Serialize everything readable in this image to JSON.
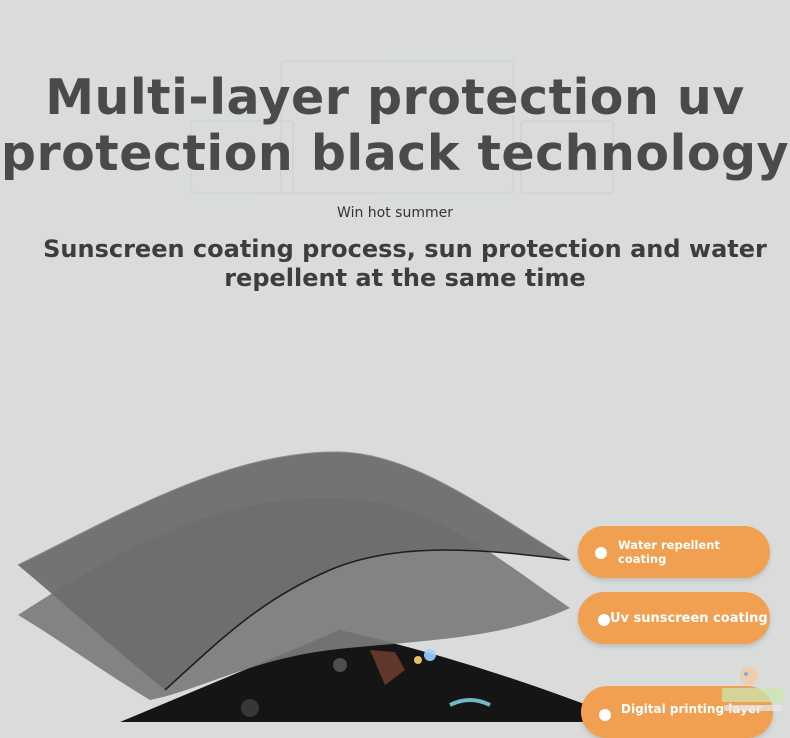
{
  "headline": {
    "line1": "Multi-layer protection uv",
    "line2": "protection black technology"
  },
  "tagline": "Win hot summer",
  "subheading": {
    "line1": "Sunscreen coating process, sun protection and water",
    "line2": "repellent at the same time"
  },
  "layers": [
    {
      "label": "Water repellent coating"
    },
    {
      "label": "Uv sunscreen coating"
    },
    {
      "label": "Digital printing layer"
    }
  ],
  "colors": {
    "background": "#d9dcdb",
    "pill": "#f0a050",
    "headline": "#4a4a4a",
    "layer_film": "#7b7b7b",
    "fabric": "#151515"
  },
  "icons": [
    "bullet-dot-icon",
    "watermark-logo-icon"
  ]
}
